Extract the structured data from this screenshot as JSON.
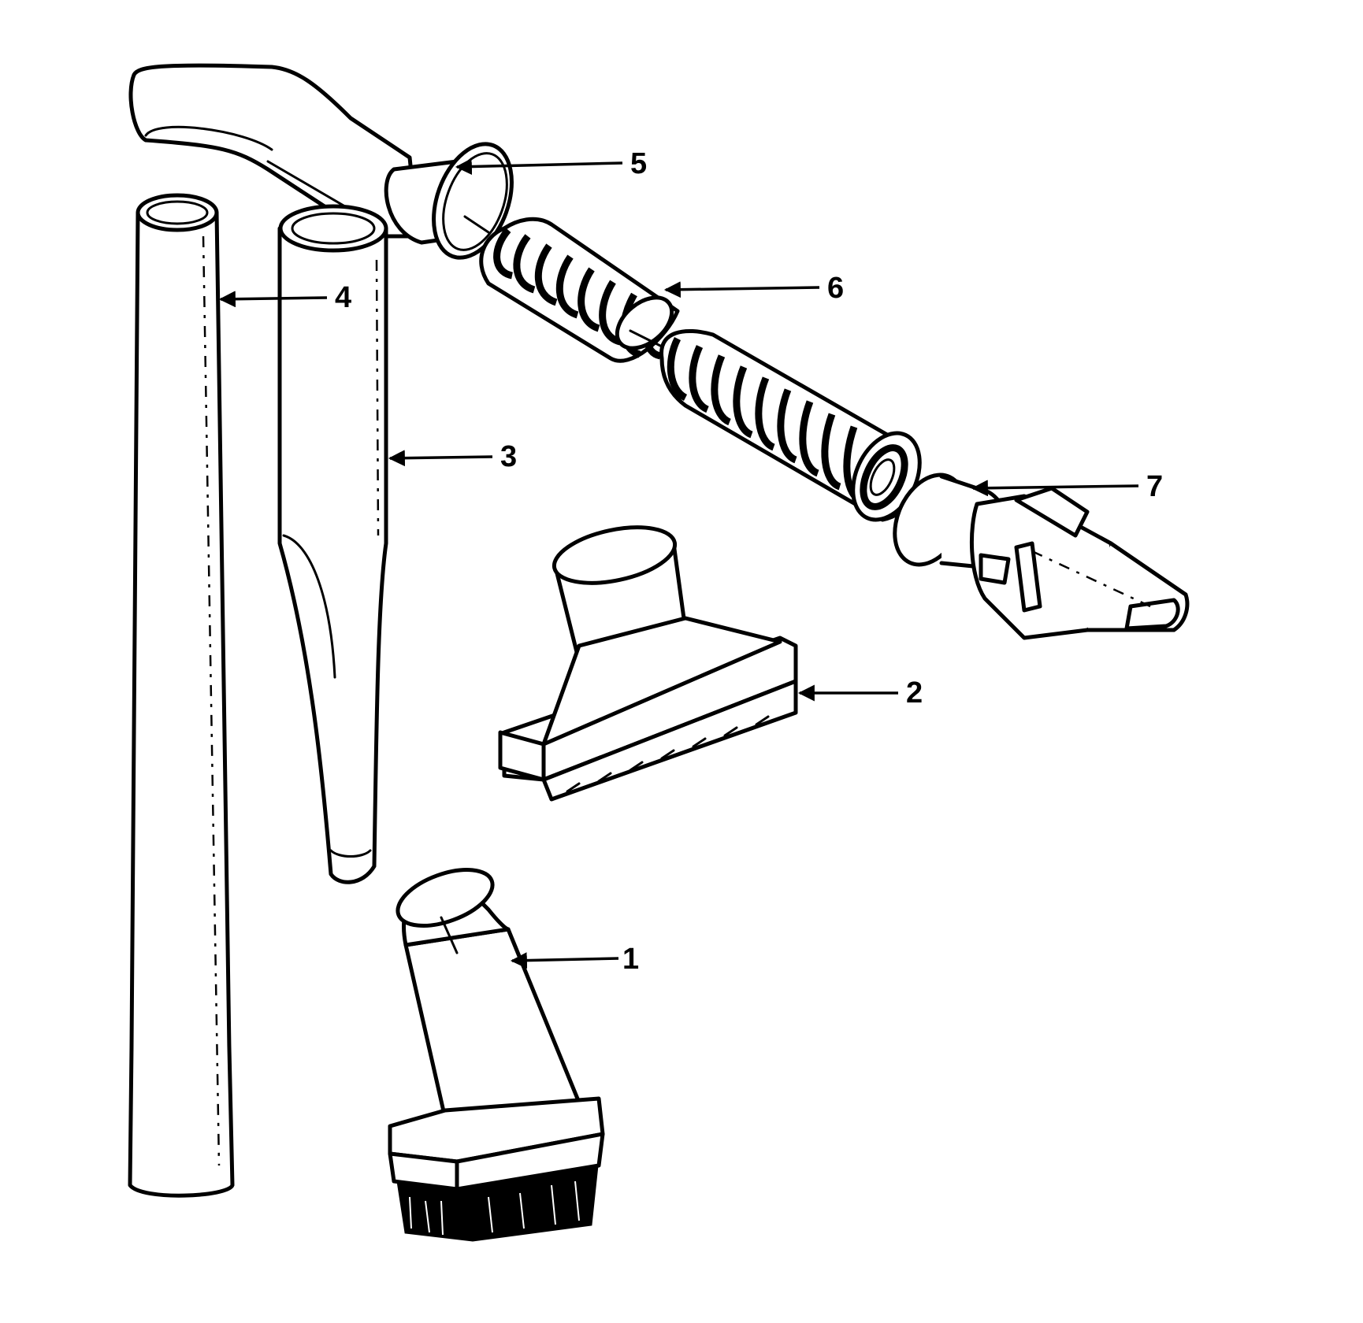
{
  "callouts": [
    {
      "id": "1",
      "label": "1",
      "part": "dusting-brush"
    },
    {
      "id": "2",
      "label": "2",
      "part": "upholstery-nozzle"
    },
    {
      "id": "3",
      "label": "3",
      "part": "crevice-tool"
    },
    {
      "id": "4",
      "label": "4",
      "part": "extension-wand"
    },
    {
      "id": "5",
      "label": "5",
      "part": "hose-handle"
    },
    {
      "id": "6",
      "label": "6",
      "part": "hose"
    },
    {
      "id": "7",
      "label": "7",
      "part": "hose-end-connector"
    }
  ]
}
